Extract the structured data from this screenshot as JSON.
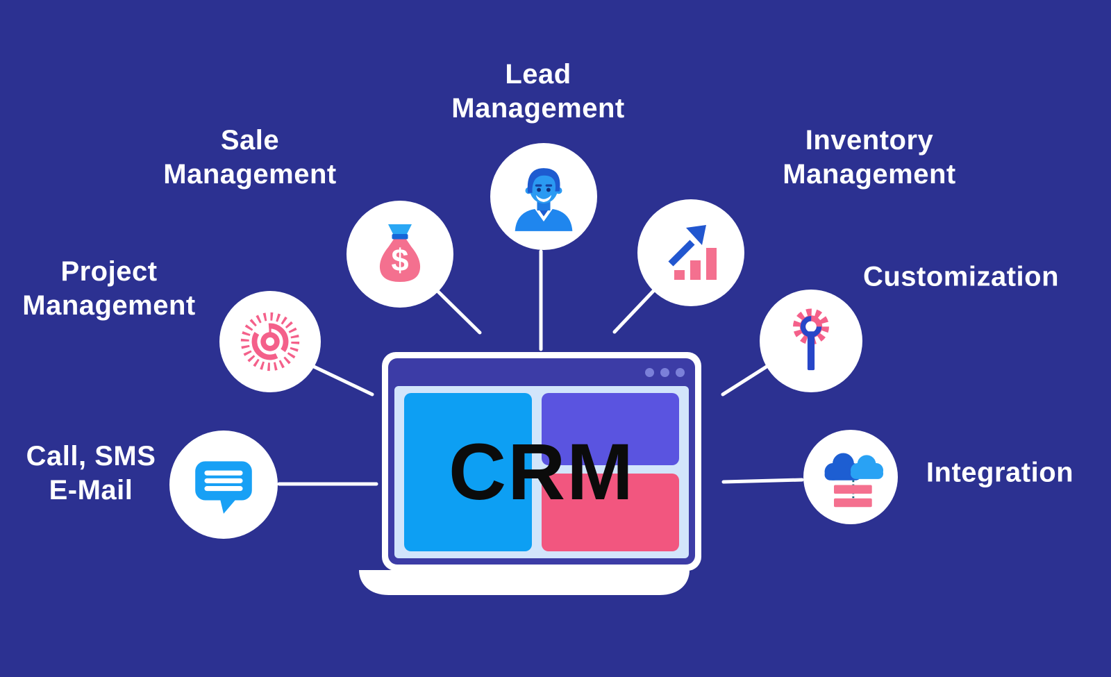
{
  "title": "CRM features infographic",
  "laptop": {
    "screen_label": "CRM",
    "window_dots": 3
  },
  "nodes": [
    {
      "id": "lead-management",
      "label": "Lead\nManagement",
      "icon": "person-icon"
    },
    {
      "id": "sale-management",
      "label": "Sale\nManagement",
      "icon": "money-bag-icon",
      "icon_text": "$"
    },
    {
      "id": "inventory-management",
      "label": "Inventory\nManagement",
      "icon": "growth-chart-icon"
    },
    {
      "id": "project-management",
      "label": "Project\nManagement",
      "icon": "gear-icon"
    },
    {
      "id": "customization",
      "label": "Customization",
      "icon": "wrench-gear-icon"
    },
    {
      "id": "call-sms-email",
      "label": "Call, SMS\nE-Mail",
      "icon": "chat-bubble-icon"
    },
    {
      "id": "integration",
      "label": "Integration",
      "icon": "cloud-sync-icon"
    }
  ],
  "colors": {
    "background": "#2c3191",
    "circle_fill": "#ffffff",
    "connector_line": "#ffffff",
    "label_text": "#ffffff",
    "crm_text": "#0b0b0b",
    "laptop_frame": "#3c3ca6",
    "laptop_screen_bg": "#d2e5fb",
    "block_blue": "#0d9ff3",
    "block_purple": "#5a54e0",
    "block_pink": "#f2567f",
    "icon_pink": "#f4708f",
    "icon_magenta_pink": "#f4608a",
    "icon_royal_blue": "#1d5ed2",
    "icon_azure": "#2b9af2",
    "icon_bright_blue": "#18a0f5",
    "icon_dark_indigo": "#2746c8"
  }
}
